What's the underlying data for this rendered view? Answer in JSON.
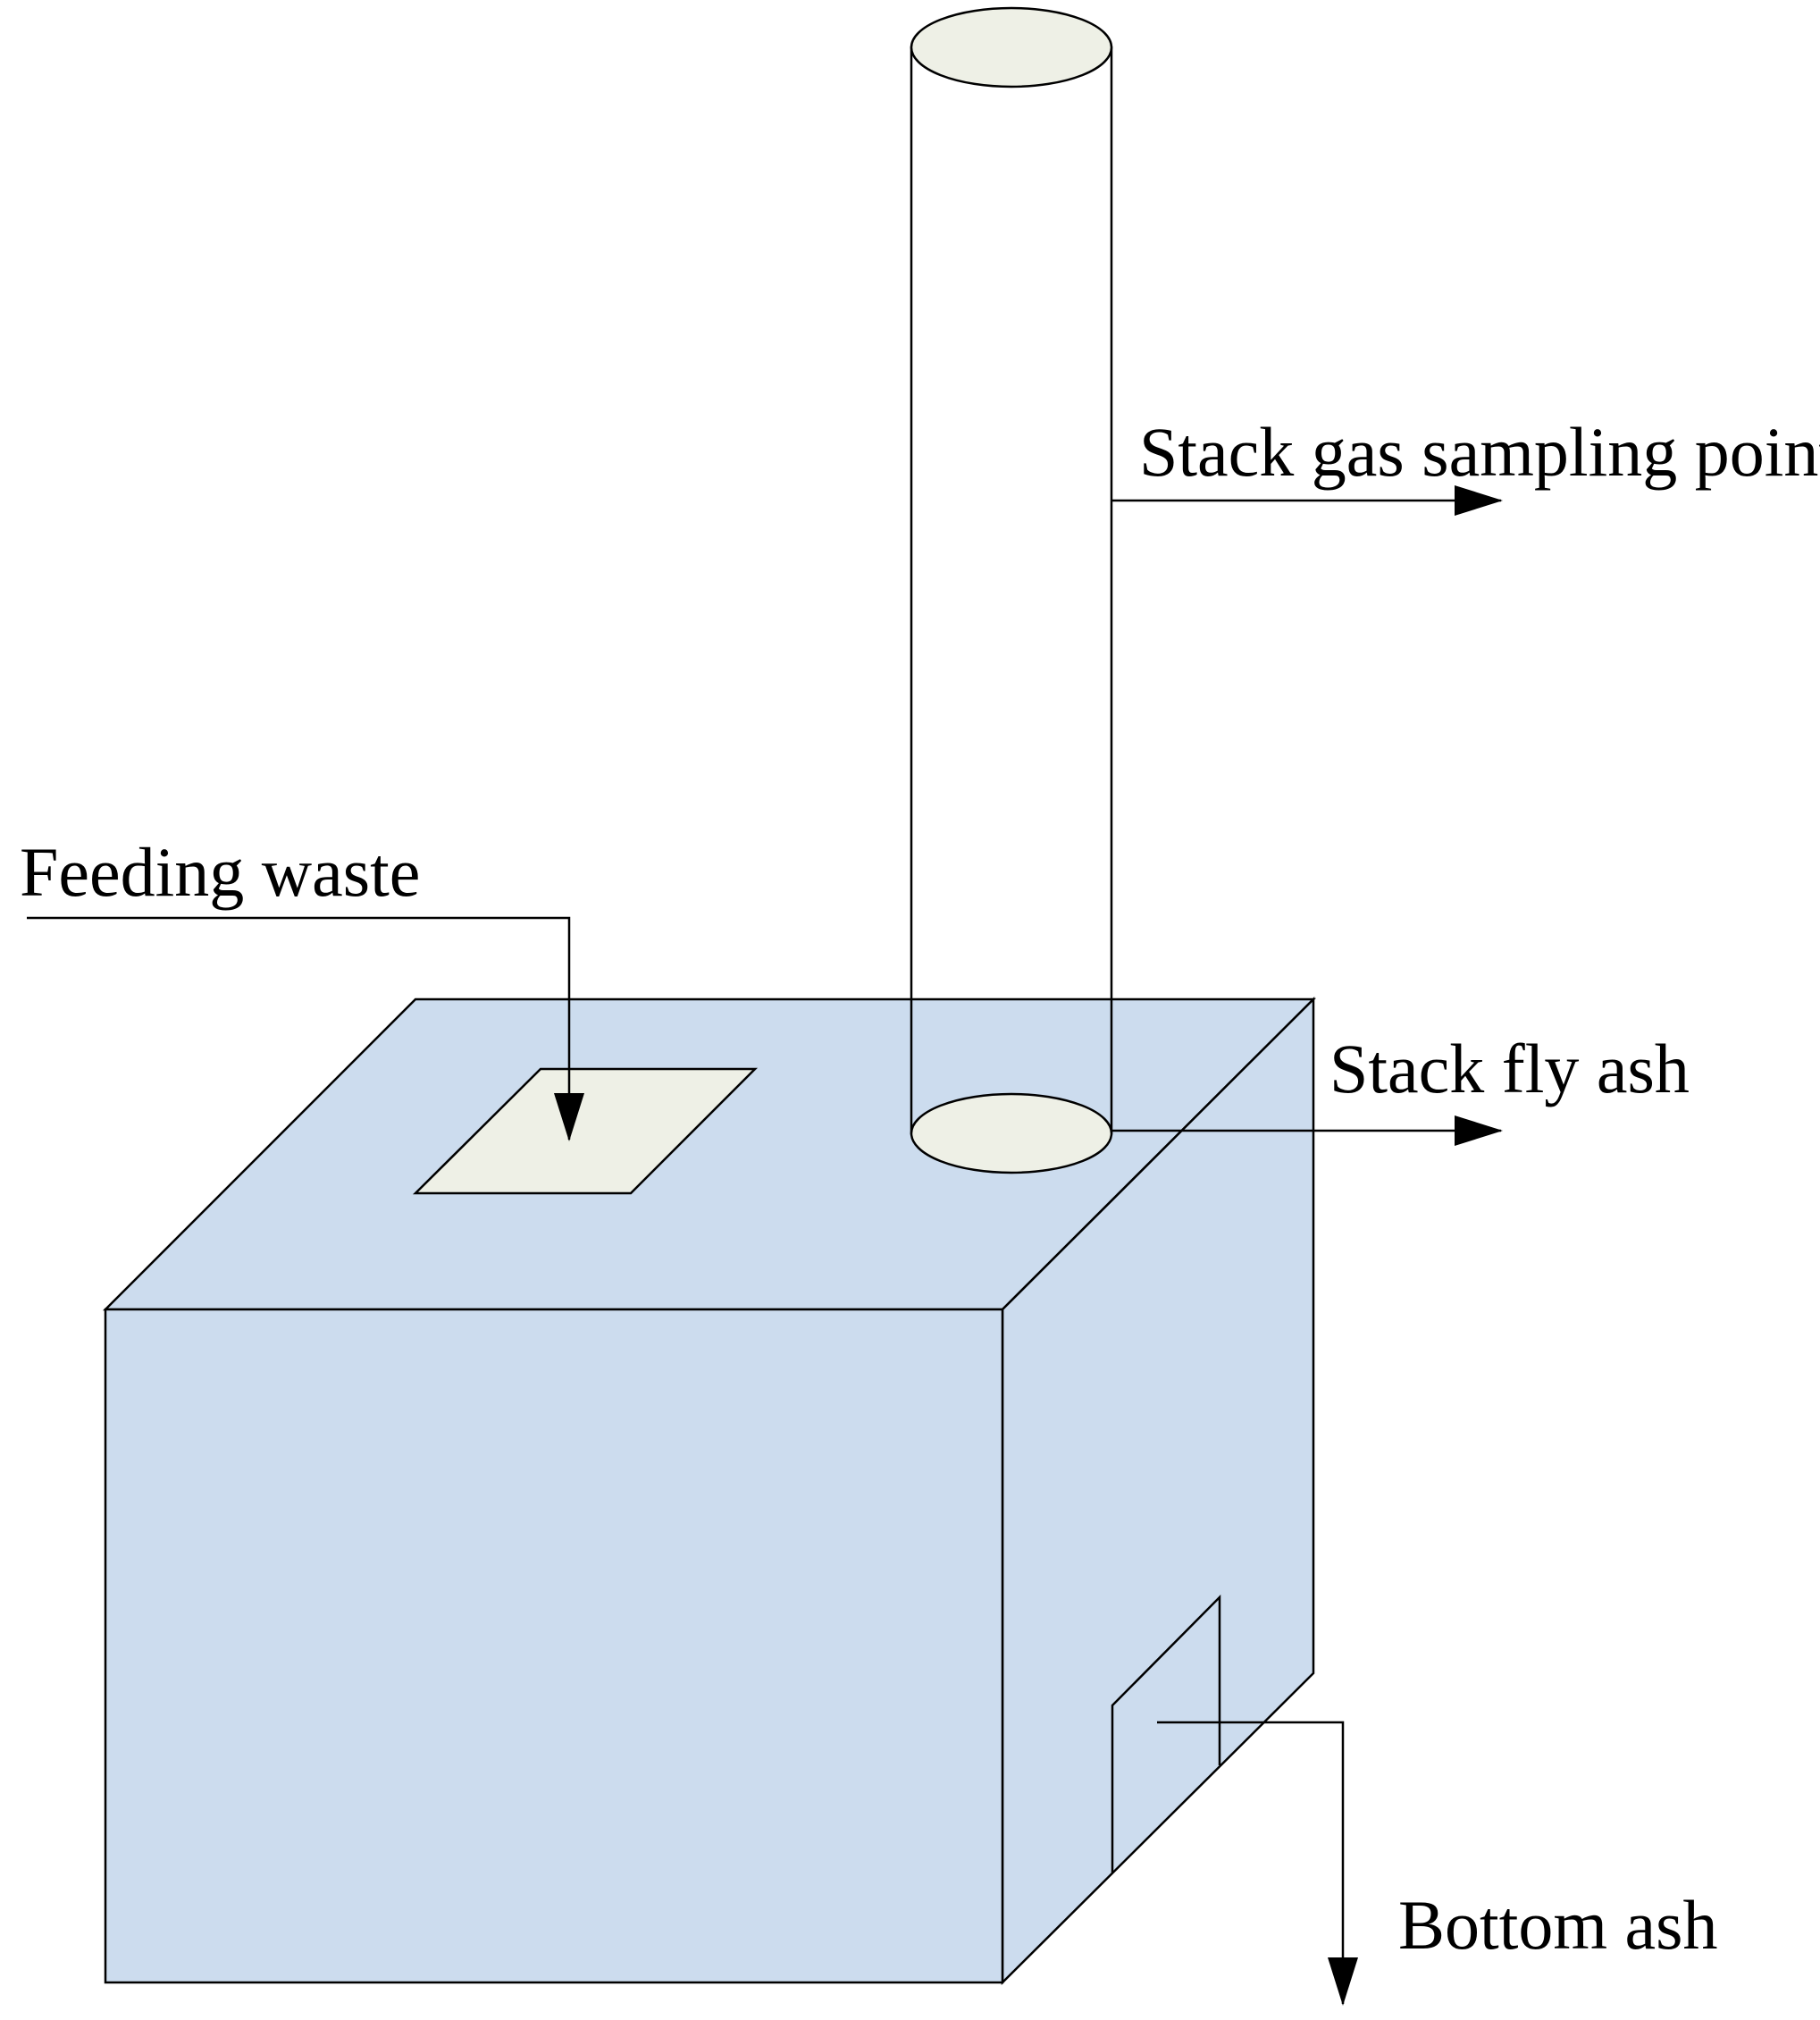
{
  "labels": {
    "feeding_waste": "Feeding waste",
    "stack_gas_sampling_point": "Stack gas sampling point",
    "stack_fly_ash": "Stack fly ash",
    "bottom_ash": "Bottom ash"
  },
  "colors": {
    "box_fill": "#CCDCEE",
    "opening_fill": "#EEF0E6",
    "stroke": "#000000",
    "background": "#FFFFFF"
  }
}
